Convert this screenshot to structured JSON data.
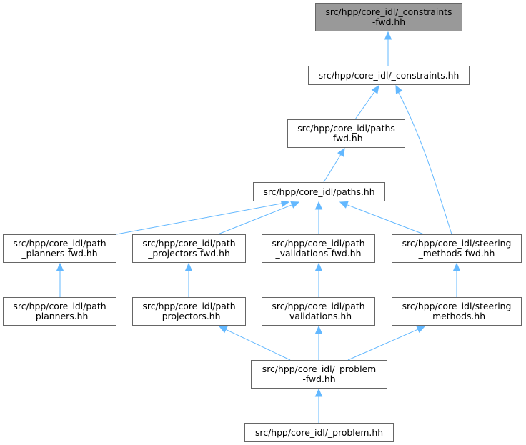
{
  "diagram": {
    "nodes": [
      {
        "id": "constraints_fwd",
        "name": "node-constraints-fwd",
        "lines": [
          "src/hpp/core_idl/_constraints",
          "-fwd.hh"
        ],
        "highlighted": true
      },
      {
        "id": "constraints",
        "name": "node-constraints",
        "lines": [
          "src/hpp/core_idl/_constraints.hh"
        ]
      },
      {
        "id": "paths_fwd",
        "name": "node-paths-fwd",
        "lines": [
          "src/hpp/core_idl/paths",
          "-fwd.hh"
        ]
      },
      {
        "id": "paths",
        "name": "node-paths",
        "lines": [
          "src/hpp/core_idl/paths.hh"
        ]
      },
      {
        "id": "path_planners_fwd",
        "name": "node-path-planners-fwd",
        "lines": [
          "src/hpp/core_idl/path",
          "_planners-fwd.hh"
        ]
      },
      {
        "id": "path_projectors_fwd",
        "name": "node-path-projectors-fwd",
        "lines": [
          "src/hpp/core_idl/path",
          "_projectors-fwd.hh"
        ]
      },
      {
        "id": "path_validations_fwd",
        "name": "node-path-validations-fwd",
        "lines": [
          "src/hpp/core_idl/path",
          "_validations-fwd.hh"
        ]
      },
      {
        "id": "steering_methods_fwd",
        "name": "node-steering-methods-fwd",
        "lines": [
          "src/hpp/core_idl/steering",
          "_methods-fwd.hh"
        ]
      },
      {
        "id": "path_planners",
        "name": "node-path-planners",
        "lines": [
          "src/hpp/core_idl/path",
          "_planners.hh"
        ]
      },
      {
        "id": "path_projectors",
        "name": "node-path-projectors",
        "lines": [
          "src/hpp/core_idl/path",
          "_projectors.hh"
        ]
      },
      {
        "id": "path_validations",
        "name": "node-path-validations",
        "lines": [
          "src/hpp/core_idl/path",
          "_validations.hh"
        ]
      },
      {
        "id": "steering_methods",
        "name": "node-steering-methods",
        "lines": [
          "src/hpp/core_idl/steering",
          "_methods.hh"
        ]
      },
      {
        "id": "problem_fwd",
        "name": "node-problem-fwd",
        "lines": [
          "src/hpp/core_idl/_problem",
          "-fwd.hh"
        ]
      },
      {
        "id": "problem",
        "name": "node-problem",
        "lines": [
          "src/hpp/core_idl/_problem.hh"
        ]
      }
    ],
    "edges": [
      {
        "from": "constraints",
        "to": "constraints_fwd"
      },
      {
        "from": "paths_fwd",
        "to": "constraints"
      },
      {
        "from": "steering_methods_fwd",
        "to": "constraints"
      },
      {
        "from": "paths",
        "to": "paths_fwd"
      },
      {
        "from": "path_planners_fwd",
        "to": "paths"
      },
      {
        "from": "path_projectors_fwd",
        "to": "paths"
      },
      {
        "from": "path_validations_fwd",
        "to": "paths"
      },
      {
        "from": "steering_methods_fwd",
        "to": "paths"
      },
      {
        "from": "path_planners",
        "to": "path_planners_fwd"
      },
      {
        "from": "path_projectors",
        "to": "path_projectors_fwd"
      },
      {
        "from": "path_validations",
        "to": "path_validations_fwd"
      },
      {
        "from": "steering_methods",
        "to": "steering_methods_fwd"
      },
      {
        "from": "problem_fwd",
        "to": "path_projectors"
      },
      {
        "from": "problem_fwd",
        "to": "path_validations"
      },
      {
        "from": "problem_fwd",
        "to": "steering_methods"
      },
      {
        "from": "problem",
        "to": "problem_fwd"
      }
    ],
    "colors": {
      "edge": "#63b8ff",
      "node_border": "#666666",
      "highlight_fill": "#999999",
      "node_fill": "#ffffff"
    }
  }
}
